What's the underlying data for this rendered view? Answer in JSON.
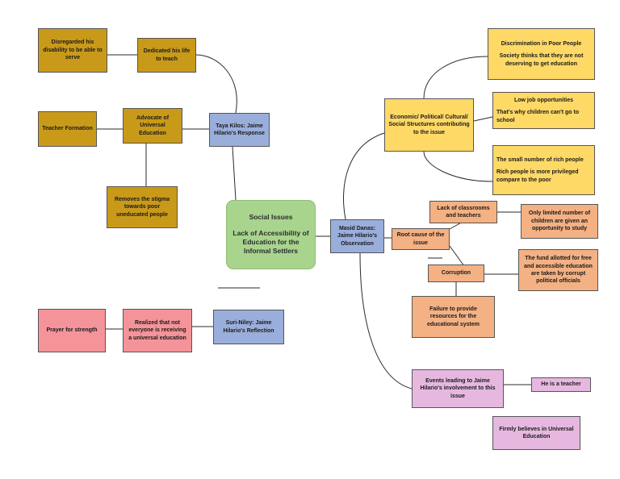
{
  "colors": {
    "gold": "#c99a1a",
    "blue": "#9aaedb",
    "green": "#a8d48e",
    "yellow": "#ffd966",
    "orange": "#f4b183",
    "pink": "#f4949a",
    "lilac": "#e6b8e0"
  },
  "central": {
    "title": "Social Issues",
    "subtitle": "Lack of Accessibility of Education for the Informal Settlers"
  },
  "taya": {
    "label": "Taya Kilos: Jaime Hilario's Response",
    "dedicated": "Dedicated his life to teach",
    "disregarded": "Disregarded his disability to be able to serve",
    "advocate": "Advocate of Universal Education",
    "teacher_formation": "Teacher Formation",
    "removes_stigma": "Removes the stigma towards poor uneducated people"
  },
  "suri": {
    "label": "Suri-Niley: Jaime Hilario's Reflection",
    "realized": "Realized that not everyone is receiving a universal education",
    "prayer": "Prayer for strength"
  },
  "masid": {
    "label": "Masid Danas: Jaime Hilario's Observation",
    "structures": {
      "label": "Economic/ Political/ Cultural/ Social Structures contributing to the issue",
      "discrimination_title": "Discrimination in Poor People",
      "discrimination_text": "Society thinks that they are not deserving to get education",
      "low_job_title": "Low job opportunities",
      "low_job_text": "That's why children can't go to school",
      "rich_title": "The small number of rich people",
      "rich_text": "Rich people is more privileged compare to the poor"
    },
    "root": {
      "label": "Root cause of the issue",
      "lack_classrooms": "Lack of classrooms and teachers",
      "limited_children": "Only limited number of children are given an opportunity to study",
      "corruption": "Corruption",
      "fund": "The fund allotted for free and accessible education are taken by corrupt political officials",
      "failure": "Failure to provide resources for the educational system"
    },
    "events": {
      "label": "Events leading to Jaime Hilario's involvement to this issue",
      "teacher": "He is a teacher",
      "believes": "Firmly believes in Universal Education"
    }
  }
}
